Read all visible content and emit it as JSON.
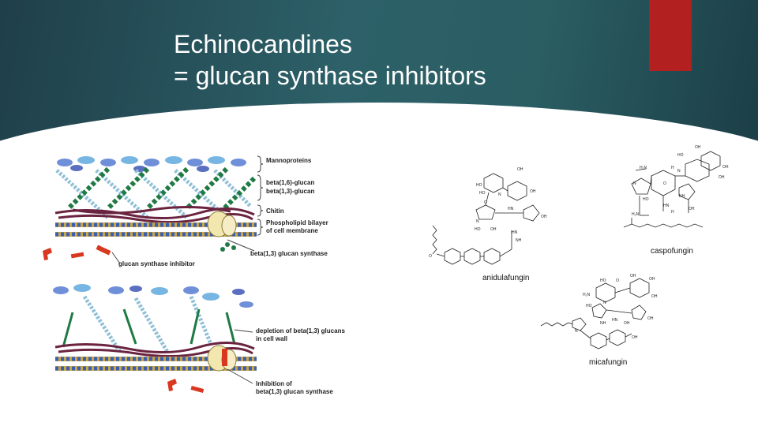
{
  "slide": {
    "title_line1": "Echinocandines",
    "title_line2": "= glucan synthase inhibitors",
    "accent_color": "#b2201f"
  },
  "diagram_top": {
    "labels": {
      "mannoproteins": "Mannoproteins",
      "beta16": "beta(1,6)-glucan",
      "beta13": "beta(1,3)-glucan",
      "chitin": "Chitin",
      "phospholipid1": "Phospholipid bilayer",
      "phospholipid2": "of cell membrane",
      "inhibitor": "glucan synthase inhibitor",
      "synthase": "beta(1,3) glucan synthase"
    }
  },
  "diagram_bottom": {
    "labels": {
      "depletion1": "depletion of beta(1,3) glucans",
      "depletion2": "in cell wall",
      "inhibition1": "Inhibition of",
      "inhibition2": "beta(1,3) glucan synthase"
    }
  },
  "molecules": {
    "caspofungin": "caspofungin",
    "anidulafungin": "anidulafungin",
    "micafungin": "micafungin"
  }
}
